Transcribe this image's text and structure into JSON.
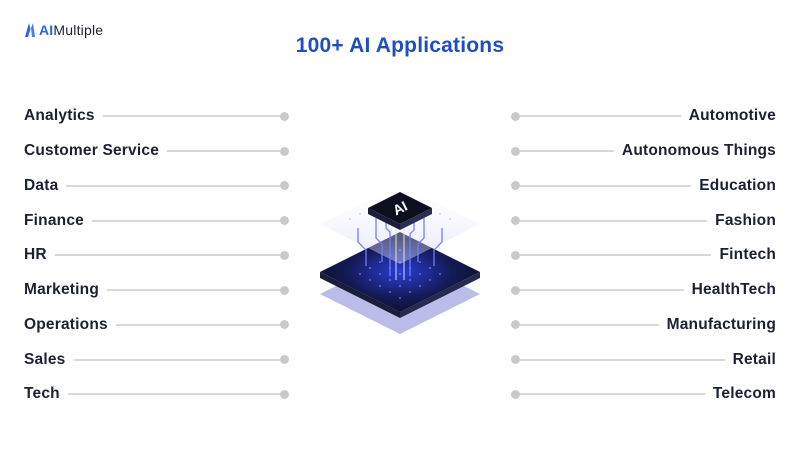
{
  "brand": {
    "prefix": "AI",
    "suffix": "Multiple"
  },
  "title": "100+ AI Applications",
  "chip_label": "AI",
  "left_items": [
    "Analytics",
    "Customer Service",
    "Data",
    "Finance",
    "HR",
    "Marketing",
    "Operations",
    "Sales",
    "Tech"
  ],
  "right_items": [
    "Automotive",
    "Autonomous Things",
    "Education",
    "Fashion",
    "Fintech",
    "HealthTech",
    "Manufacturing",
    "Retail",
    "Telecom"
  ],
  "colors": {
    "title": "#1f4fbf",
    "brand_accent": "#2f63e6",
    "text": "#1c2130",
    "connector": "#d8d8d8",
    "chip_dark": "#0d0f1e",
    "chip_shadow": "#b9bde8"
  }
}
